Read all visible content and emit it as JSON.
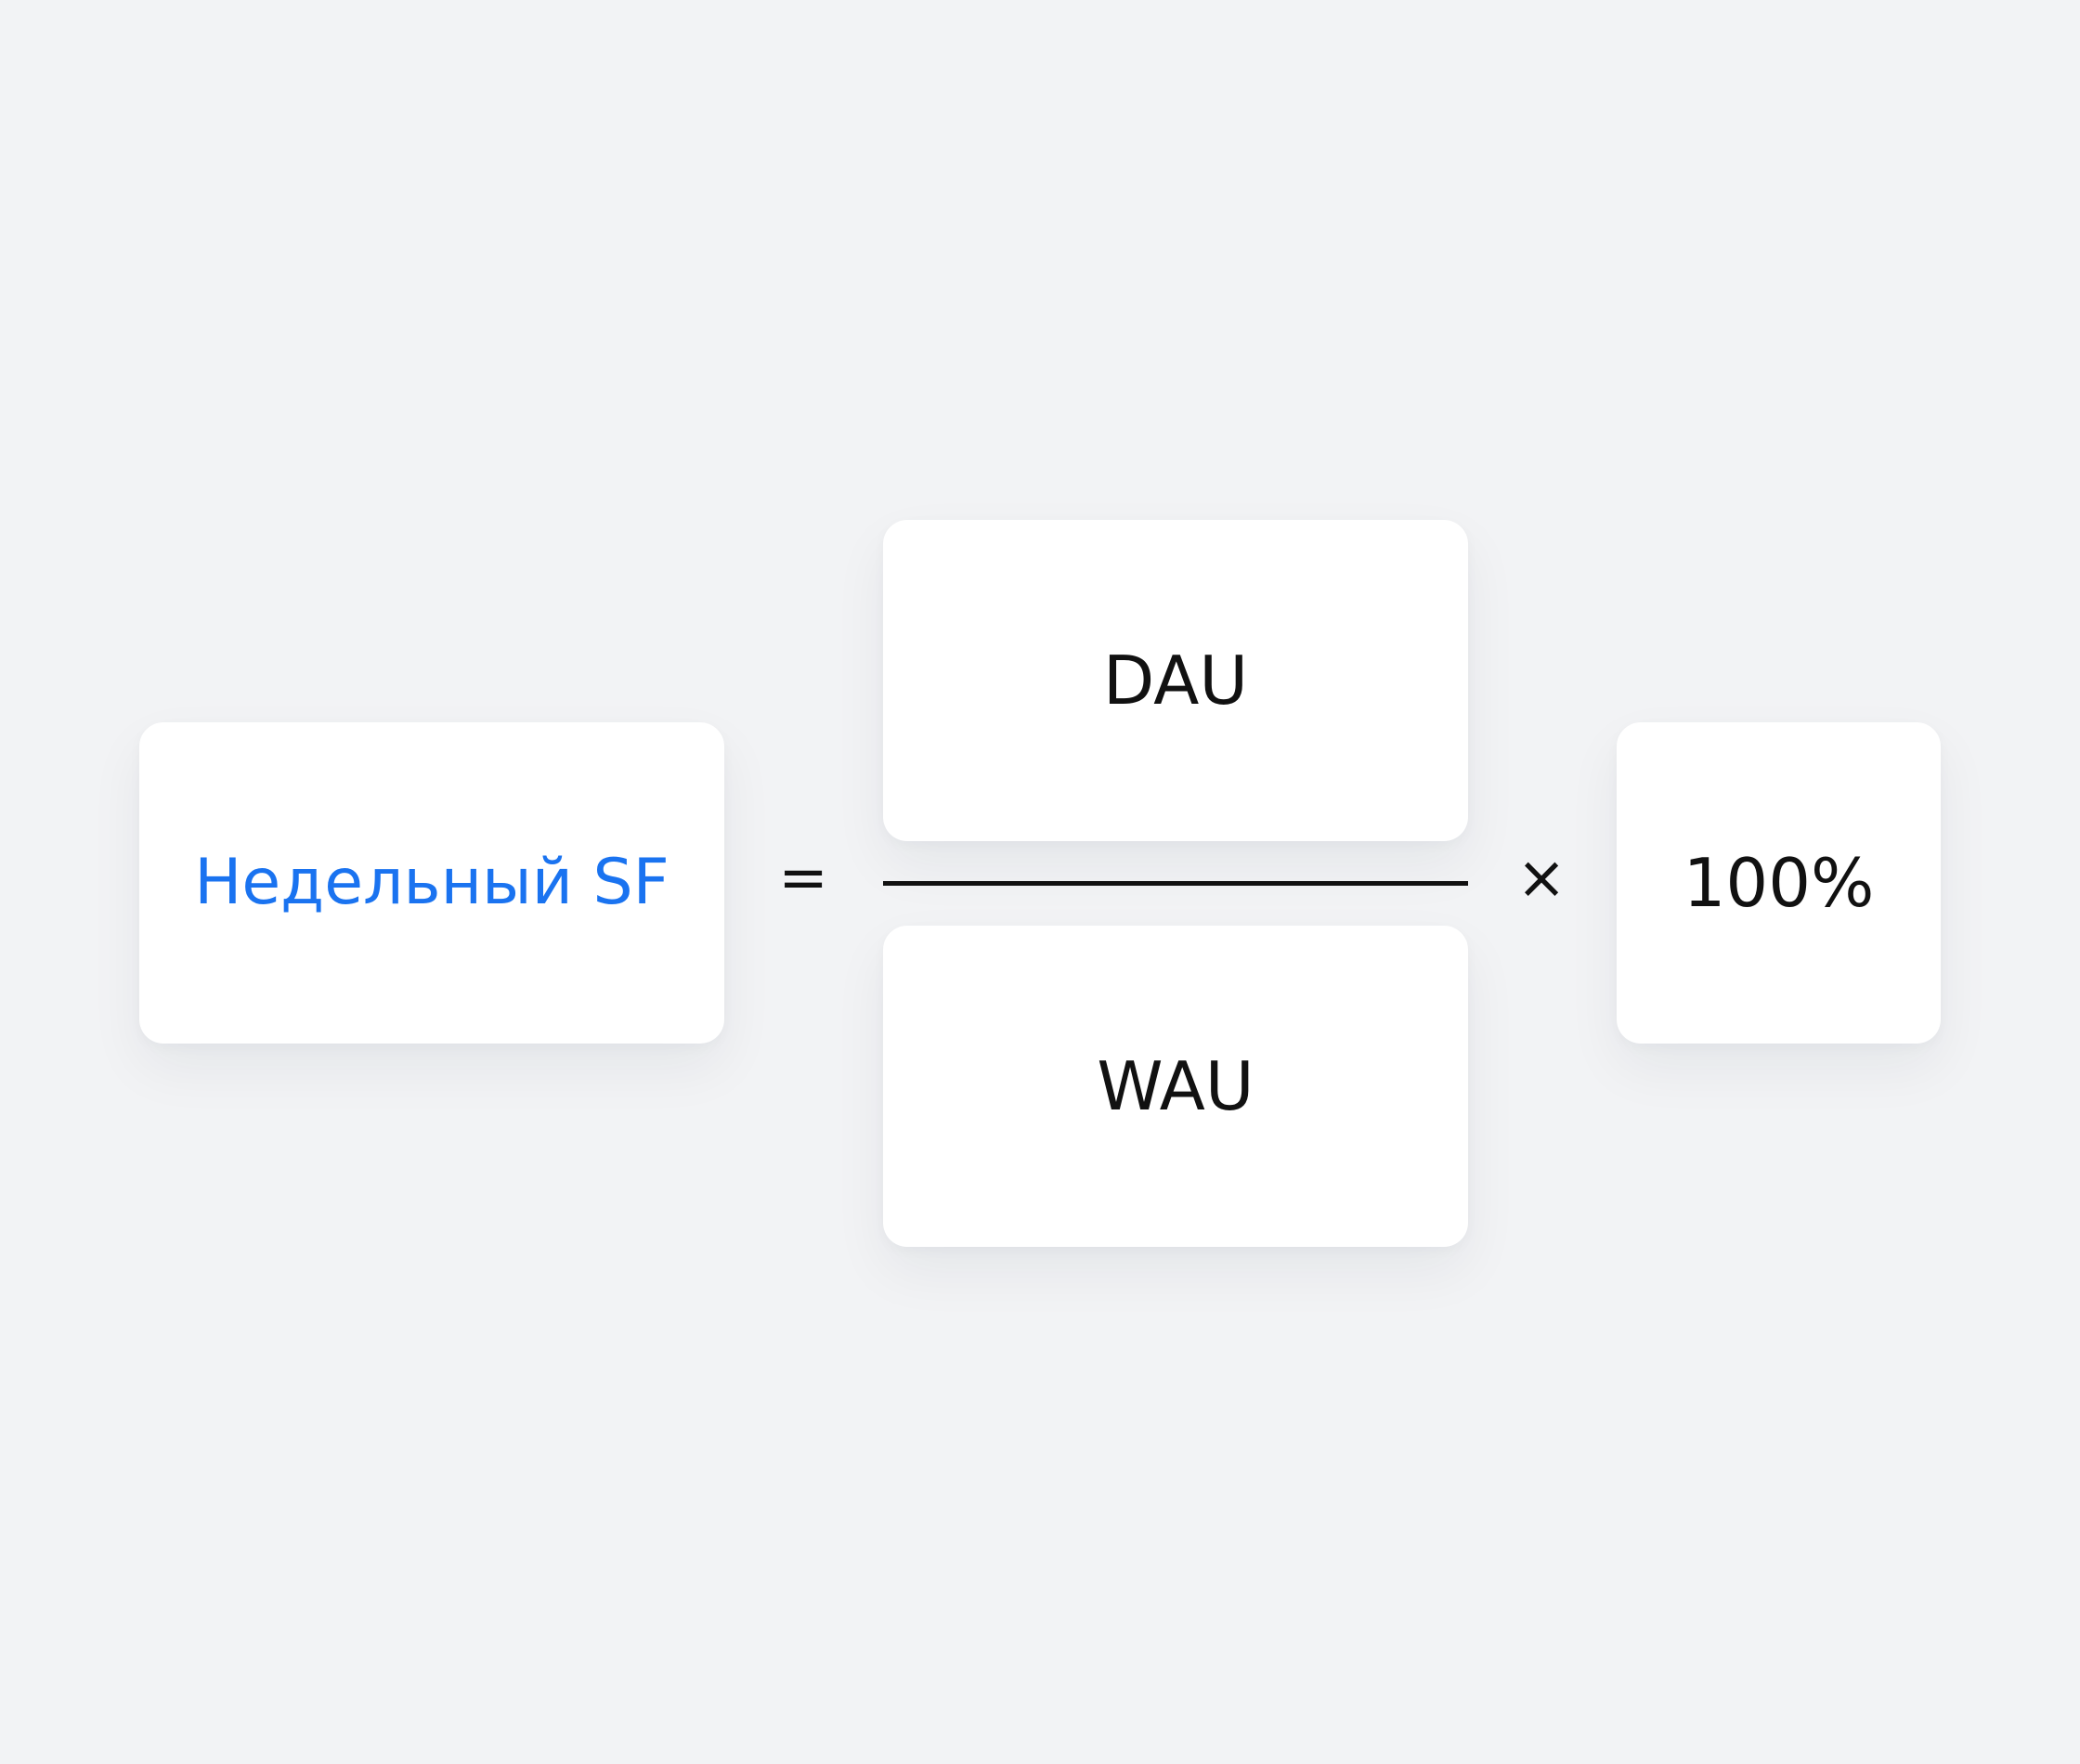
{
  "formula": {
    "metric": {
      "label": "Недельный SF",
      "color": "#1a73f0"
    },
    "equals": "=",
    "numerator": {
      "label": "DAU"
    },
    "denominator": {
      "label": "WAU"
    },
    "times": "×",
    "multiplier": {
      "label": "100%"
    }
  }
}
